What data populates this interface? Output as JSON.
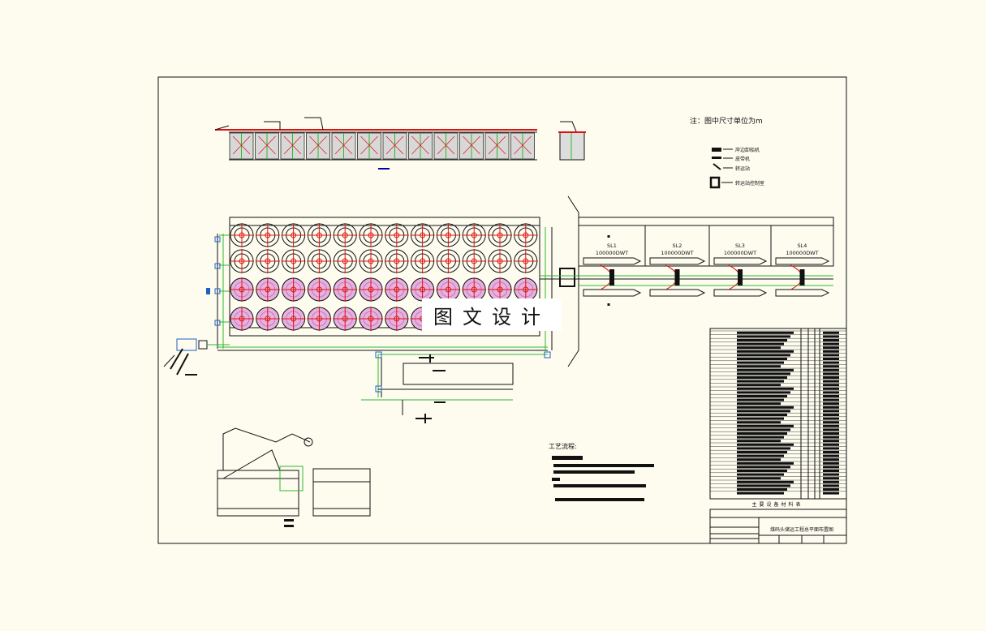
{
  "note": "注：图中尺寸单位为m",
  "legend": [
    {
      "icon": "unloader-icon",
      "label": "岸边卸船机"
    },
    {
      "icon": "conveyor-icon",
      "label": "皮带机"
    },
    {
      "icon": "transfer-icon",
      "label": "转运站"
    },
    {
      "icon": "tower-icon",
      "label": "转运站控制室"
    }
  ],
  "berths": [
    {
      "name": "SL1",
      "capacity": "100000DWT"
    },
    {
      "name": "SL2",
      "capacity": "100000DWT"
    },
    {
      "name": "SL3",
      "capacity": "100000DWT"
    },
    {
      "name": "SL4",
      "capacity": "100000DWT"
    }
  ],
  "watermark": "图文设计",
  "process_heading": "工艺流程:",
  "equipment_table_caption": "主要设备材料表",
  "title_block_title": "煤码头储运工程总平面布置图",
  "colors": {
    "line": "#111111",
    "conveyor": "#2db82d",
    "accent_red": "#e01010",
    "tank_pink": "#d070c0",
    "background": "#fdfcef"
  }
}
